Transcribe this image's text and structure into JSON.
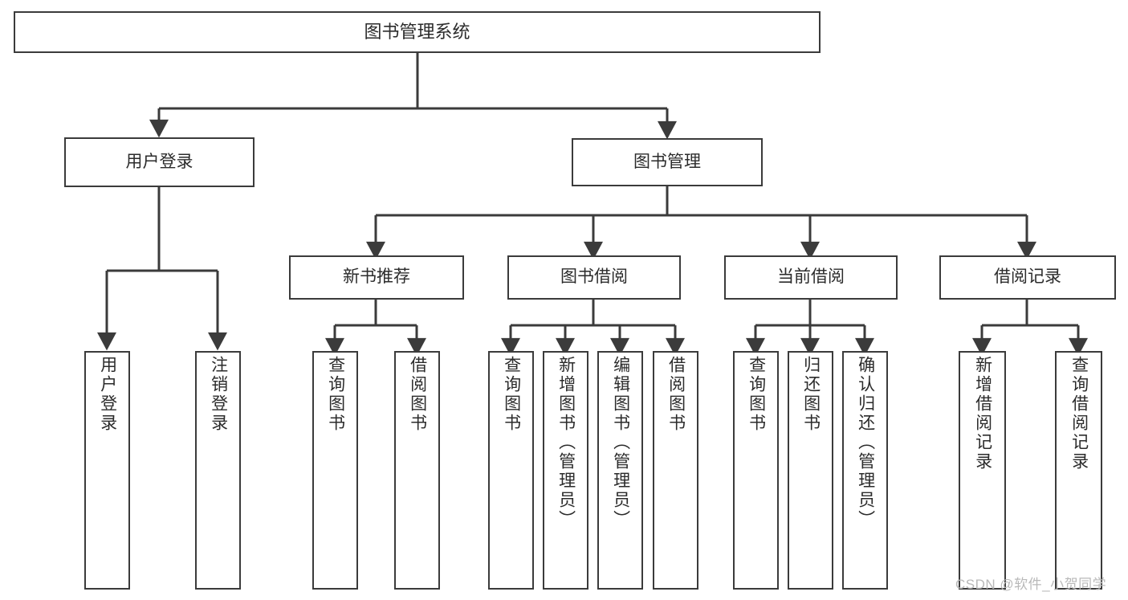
{
  "diagram": {
    "title": "图书管理系统",
    "type": "tree-hierarchy",
    "root": {
      "label": "图书管理系统"
    },
    "level2": [
      {
        "label": "用户登录"
      },
      {
        "label": "图书管理"
      }
    ],
    "level3": [
      {
        "label": "新书推荐"
      },
      {
        "label": "图书借阅"
      },
      {
        "label": "当前借阅"
      },
      {
        "label": "借阅记录"
      }
    ],
    "leaves": {
      "user_login": [
        {
          "label": "用户登录"
        },
        {
          "label": "注销登录"
        }
      ],
      "new_book_recommend": [
        {
          "label": "查询图书"
        },
        {
          "label": "借阅图书"
        }
      ],
      "book_borrow": [
        {
          "label": "查询图书"
        },
        {
          "label": "新增图书（管理员）"
        },
        {
          "label": "编辑图书（管理员）"
        },
        {
          "label": "借阅图书"
        }
      ],
      "current_borrow": [
        {
          "label": "查询图书"
        },
        {
          "label": "归还图书"
        },
        {
          "label": "确认归还（管理员）"
        }
      ],
      "borrow_record": [
        {
          "label": "新增借阅记录"
        },
        {
          "label": "查询借阅记录"
        }
      ]
    }
  },
  "watermark": {
    "text": "CSDN @软件_小贺同学"
  },
  "colors": {
    "stroke": "#3b3b3b",
    "background": "#ffffff",
    "text": "#2b2b2b",
    "watermark": "#b9b9b9"
  }
}
